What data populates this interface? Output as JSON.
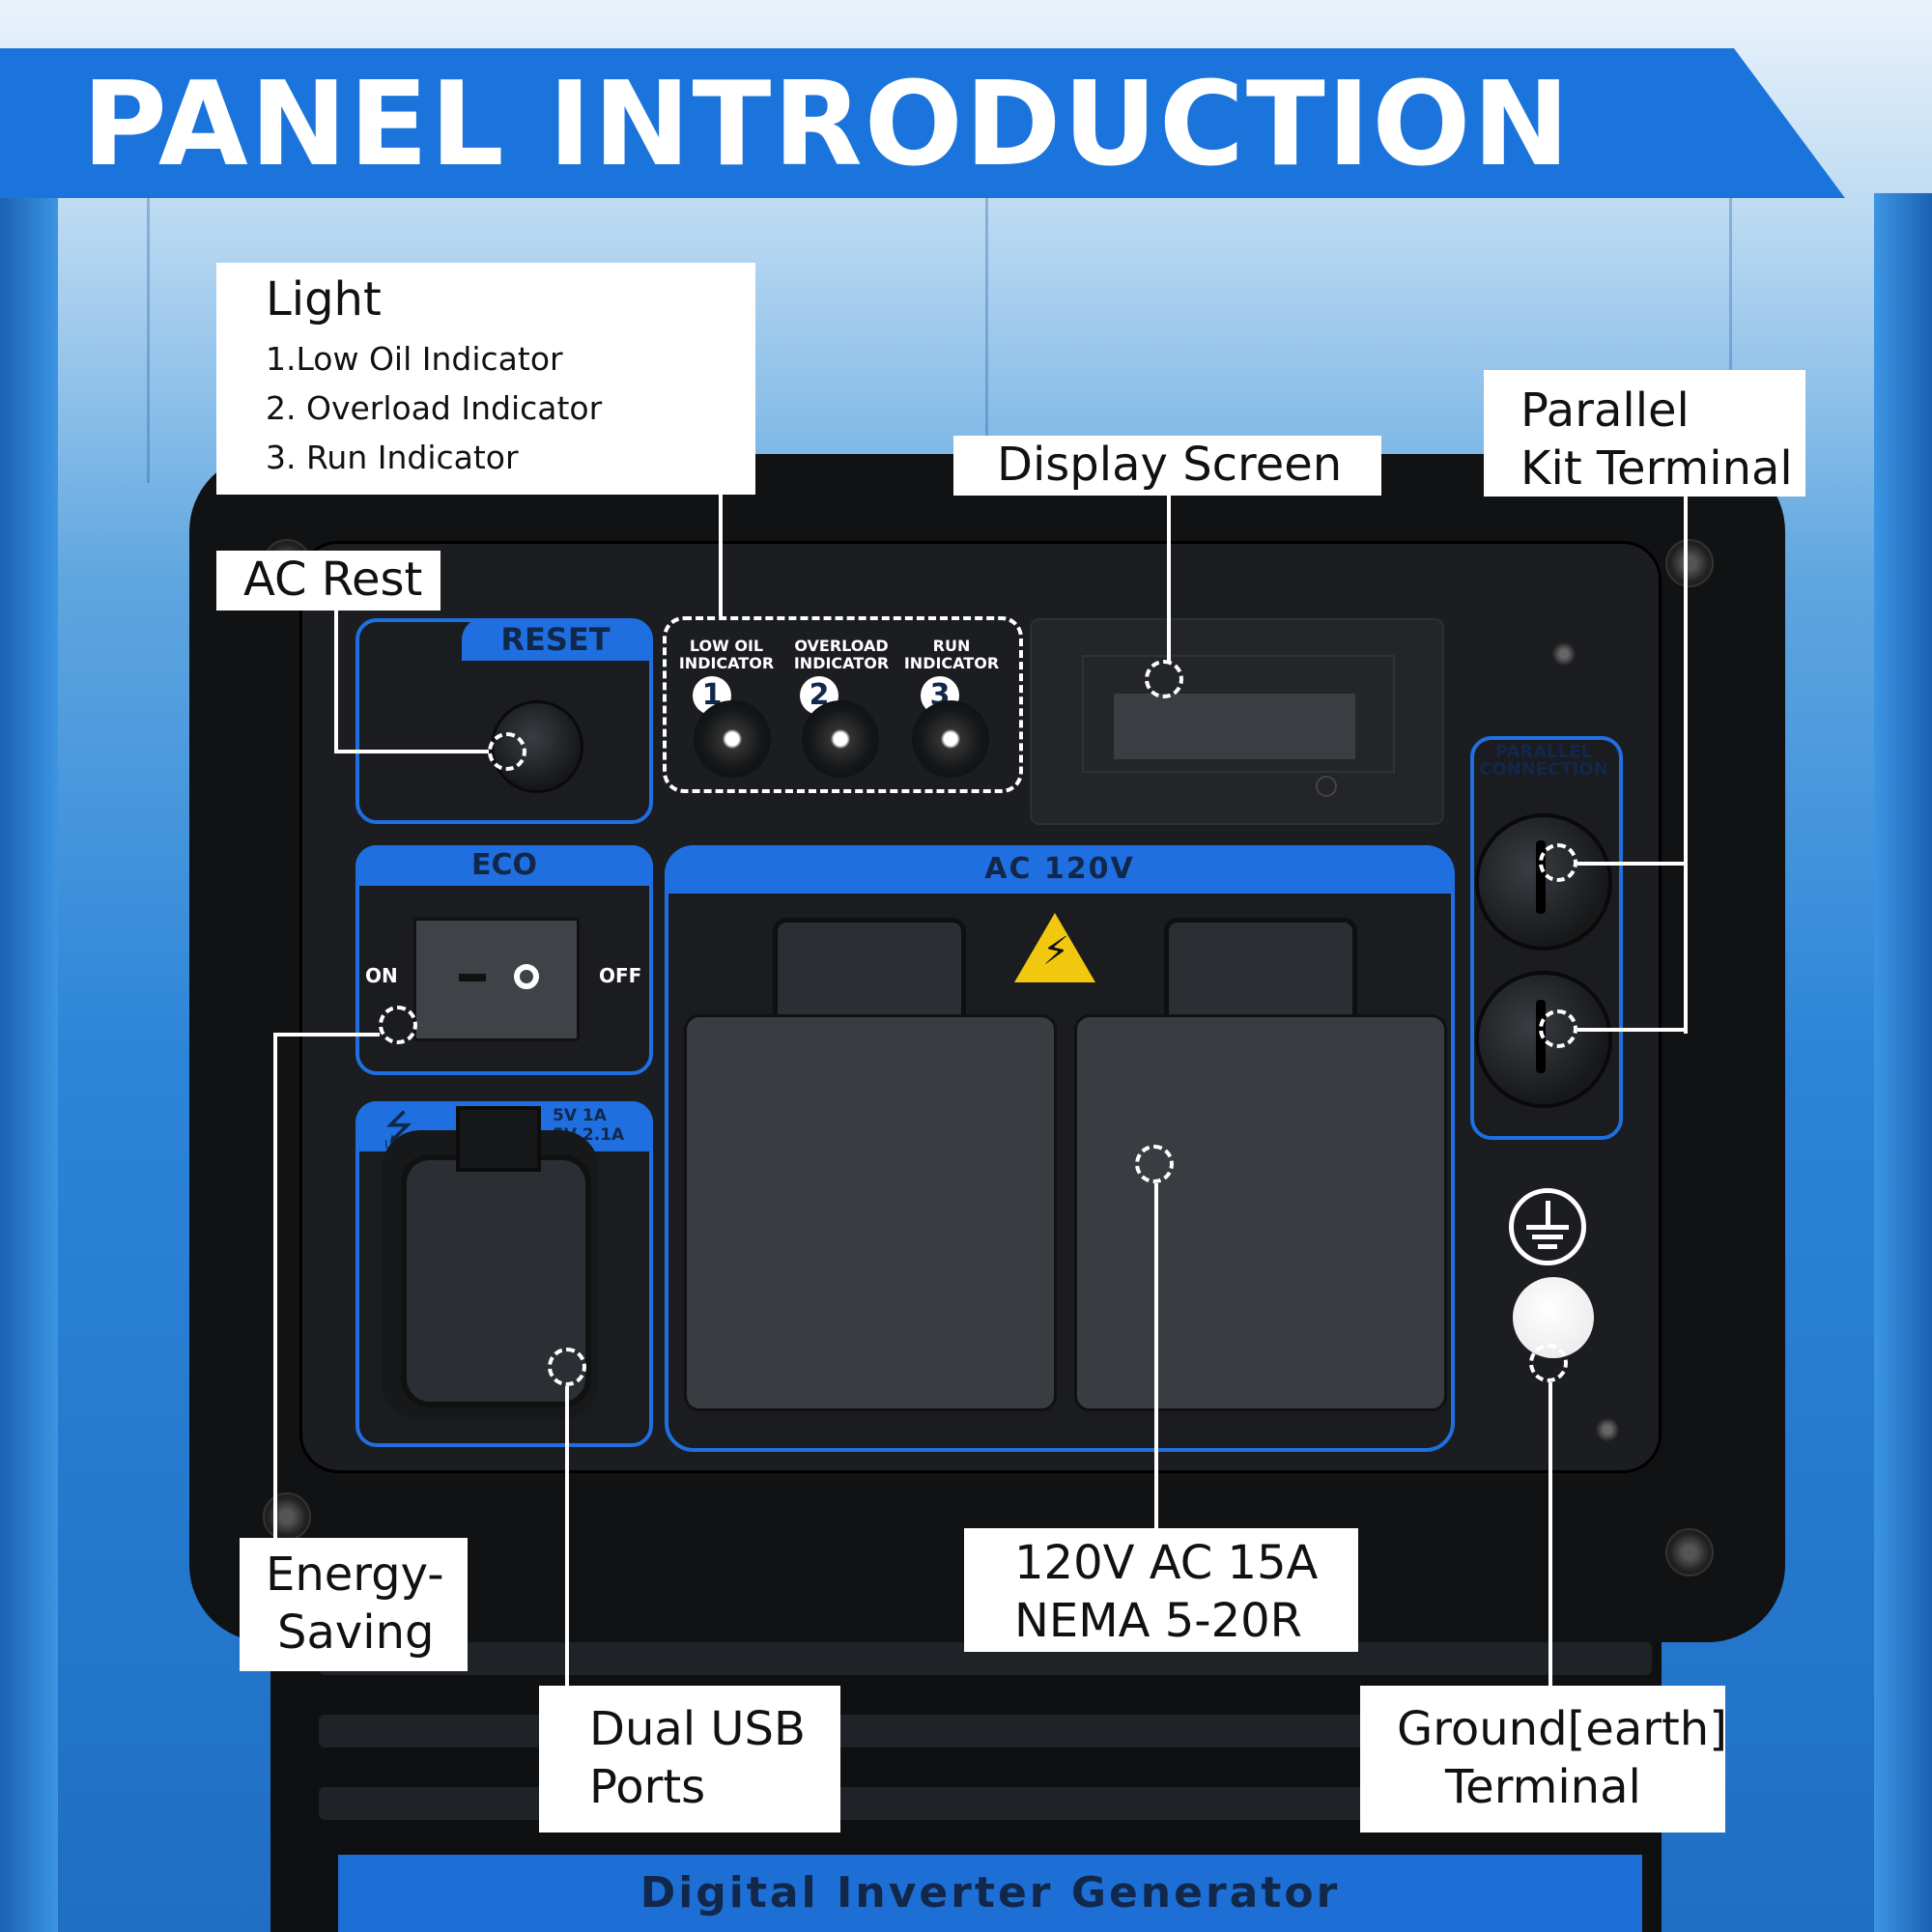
{
  "banner": {
    "title": "PANEL INTRODUCTION"
  },
  "panel": {
    "reset_label": "RESET",
    "indicators": [
      {
        "num": "1",
        "label": "LOW OIL INDICATOR"
      },
      {
        "num": "2",
        "label": "OVERLOAD INDICATOR"
      },
      {
        "num": "3",
        "label": "RUN INDICATOR"
      }
    ],
    "eco_label": "ECO",
    "switch_on": "ON",
    "switch_off": "OFF",
    "usb_label": "USB",
    "usb_rating_1": "5V 1A",
    "usb_rating_2": "5V 2.1A",
    "ac_label": "AC 120V",
    "parallel_label": "PARALLEL CONNECTION",
    "product_name": "Digital Inverter Generator"
  },
  "callouts": {
    "light": {
      "title": "Light",
      "items": [
        "1.Low Oil Indicator",
        "2. Overload Indicator",
        "3. Run Indicator"
      ]
    },
    "display_screen": "Display Screen",
    "parallel_kit": {
      "line1": "Parallel",
      "line2": "Kit Terminal"
    },
    "ac_reset": "AC Rest",
    "energy_saving": {
      "line1": "Energy-",
      "line2": "Saving"
    },
    "dual_usb": {
      "line1": "Dual USB",
      "line2": "Ports"
    },
    "ac_outlet": {
      "line1": "120V AC 15A",
      "line2": "NEMA 5-20R"
    },
    "ground": {
      "line1": "Ground[earth]",
      "line2": "Terminal"
    }
  },
  "colors": {
    "accent_blue": "#1f6fe0",
    "banner_blue": "#1b74db",
    "panel_black": "#1b1d20",
    "warning_yellow": "#f2c80f"
  }
}
